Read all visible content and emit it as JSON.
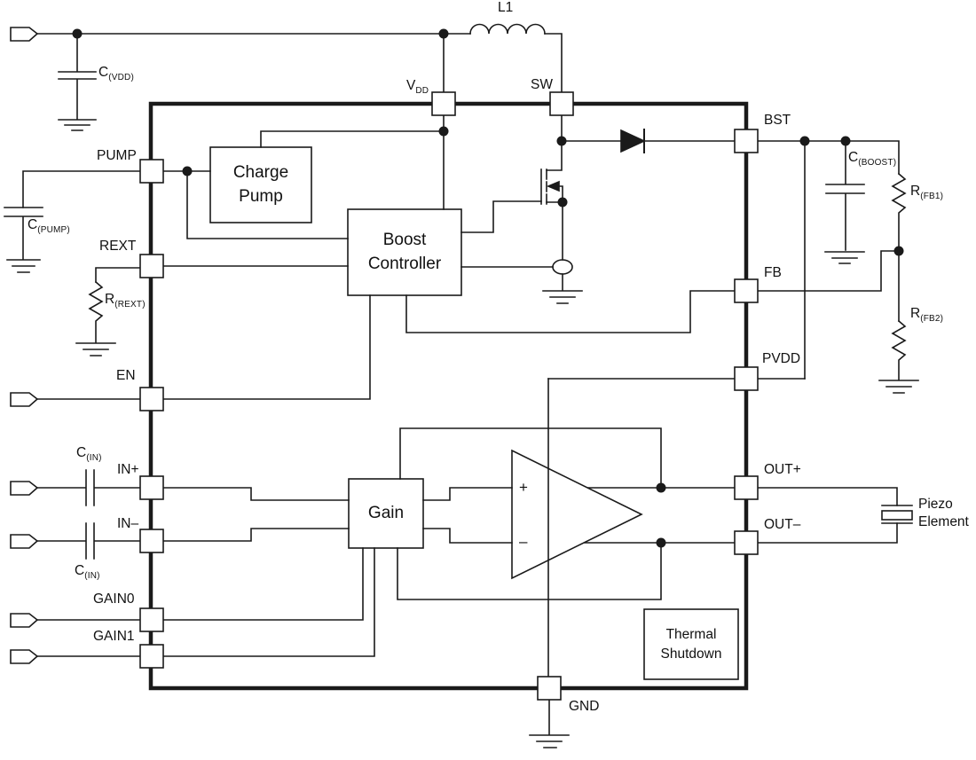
{
  "diagram": {
    "title_hint": "Piezo driver functional block diagram",
    "colors": {
      "background": "#ffffff",
      "line": "#1a1a1a",
      "text": "#111111"
    },
    "blocks": {
      "charge_pump": {
        "line1": "Charge",
        "line2": "Pump"
      },
      "boost_controller": {
        "line1": "Boost",
        "line2": "Controller"
      },
      "gain": {
        "label": "Gain"
      },
      "thermal_shutdown": {
        "line1": "Thermal",
        "line2": "Shutdown"
      }
    },
    "pins": {
      "vdd": {
        "main": "V",
        "sub": "DD"
      },
      "sw": "SW",
      "bst": "BST",
      "fb": "FB",
      "pvdd": "PVDD",
      "out_plus": "OUT+",
      "out_minus": "OUT–",
      "gnd": "GND",
      "pump": "PUMP",
      "rext": "REXT",
      "en": "EN",
      "in_plus": "IN+",
      "in_minus": "IN–",
      "gain0": "GAIN0",
      "gain1": "GAIN1"
    },
    "components": {
      "l1": "L1",
      "c_vdd": {
        "main": "C",
        "sub": "(VDD)"
      },
      "c_pump": {
        "main": "C",
        "sub": "(PUMP)"
      },
      "c_boost": {
        "main": "C",
        "sub": "(BOOST)"
      },
      "c_in_top": {
        "main": "C",
        "sub": "(IN)"
      },
      "c_in_bottom": {
        "main": "C",
        "sub": "(IN)"
      },
      "r_rext": {
        "main": "R",
        "sub": "(REXT)"
      },
      "r_fb1": {
        "main": "R",
        "sub": "(FB1)"
      },
      "r_fb2": {
        "main": "R",
        "sub": "(FB2)"
      }
    },
    "amplifier": {
      "plus": "+",
      "minus": "–"
    },
    "load": {
      "line1": "Piezo",
      "line2": "Element"
    }
  }
}
